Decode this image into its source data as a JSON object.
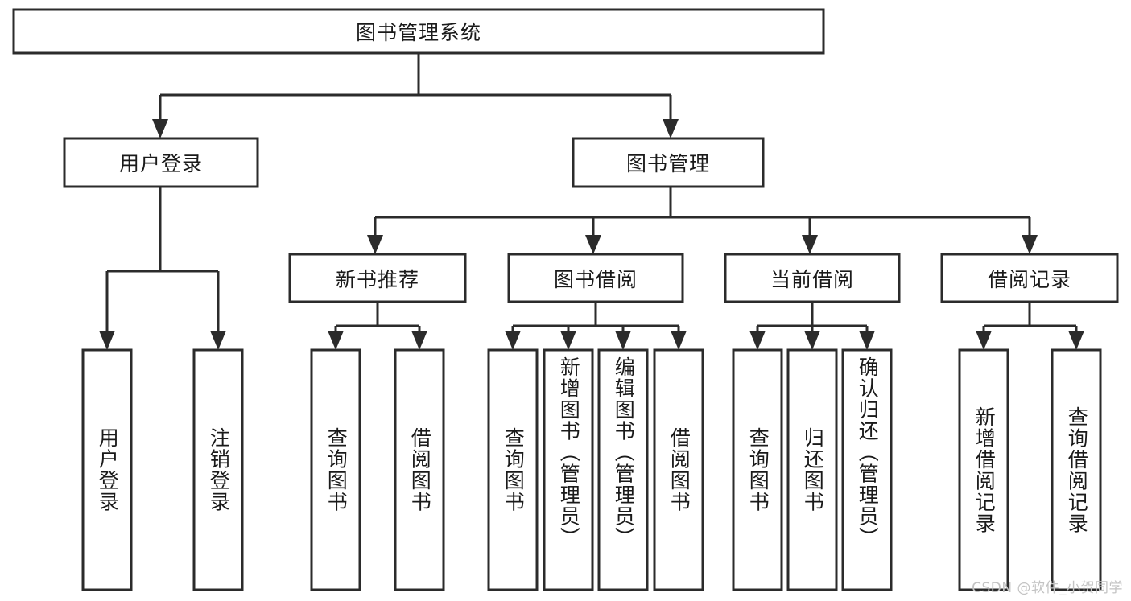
{
  "diagram": {
    "type": "tree-hierarchy-chart",
    "title": "图书管理系统",
    "watermark": "CSDN @软件_小贺同学",
    "colors": {
      "background": "#ffffff",
      "node_fill": "#ffffff",
      "node_stroke": "#2b2b2b",
      "text": "#1a1a1a",
      "watermark": "#c3c3c3"
    },
    "levels": [
      {
        "level": 1,
        "nodes": [
          {
            "id": "root",
            "label": "图书管理系统",
            "orientation": "horizontal"
          }
        ]
      },
      {
        "level": 2,
        "nodes": [
          {
            "id": "login",
            "label": "用户登录",
            "orientation": "horizontal",
            "parent": "root"
          },
          {
            "id": "bookmgmt",
            "label": "图书管理",
            "orientation": "horizontal",
            "parent": "root"
          }
        ]
      },
      {
        "level": 3,
        "nodes": [
          {
            "id": "newbook",
            "label": "新书推荐",
            "orientation": "horizontal",
            "parent": "bookmgmt"
          },
          {
            "id": "borrow",
            "label": "图书借阅",
            "orientation": "horizontal",
            "parent": "bookmgmt"
          },
          {
            "id": "current",
            "label": "当前借阅",
            "orientation": "horizontal",
            "parent": "bookmgmt"
          },
          {
            "id": "records",
            "label": "借阅记录",
            "orientation": "horizontal",
            "parent": "bookmgmt"
          }
        ]
      },
      {
        "level": 4,
        "nodes": [
          {
            "id": "leaf1",
            "label": "用户登录",
            "orientation": "vertical",
            "parent": "login"
          },
          {
            "id": "leaf2",
            "label": "注销登录",
            "orientation": "vertical",
            "parent": "login"
          },
          {
            "id": "leaf3",
            "label": "查询图书",
            "orientation": "vertical",
            "parent": "newbook"
          },
          {
            "id": "leaf4",
            "label": "借阅图书",
            "orientation": "vertical",
            "parent": "newbook"
          },
          {
            "id": "leaf5",
            "label": "查询图书",
            "orientation": "vertical",
            "parent": "borrow"
          },
          {
            "id": "leaf6",
            "label": "新增图书（管理员）",
            "orientation": "vertical",
            "parent": "borrow"
          },
          {
            "id": "leaf7",
            "label": "编辑图书（管理员）",
            "orientation": "vertical",
            "parent": "borrow"
          },
          {
            "id": "leaf8",
            "label": "借阅图书",
            "orientation": "vertical",
            "parent": "borrow"
          },
          {
            "id": "leaf9",
            "label": "查询图书",
            "orientation": "vertical",
            "parent": "current"
          },
          {
            "id": "leaf10",
            "label": "归还图书",
            "orientation": "vertical",
            "parent": "current"
          },
          {
            "id": "leaf11",
            "label": "确认归还（管理员）",
            "orientation": "vertical",
            "parent": "current"
          },
          {
            "id": "leaf12",
            "label": "新增借阅记录",
            "orientation": "vertical",
            "parent": "records"
          },
          {
            "id": "leaf13",
            "label": "查询借阅记录",
            "orientation": "vertical",
            "parent": "records"
          }
        ]
      }
    ]
  }
}
